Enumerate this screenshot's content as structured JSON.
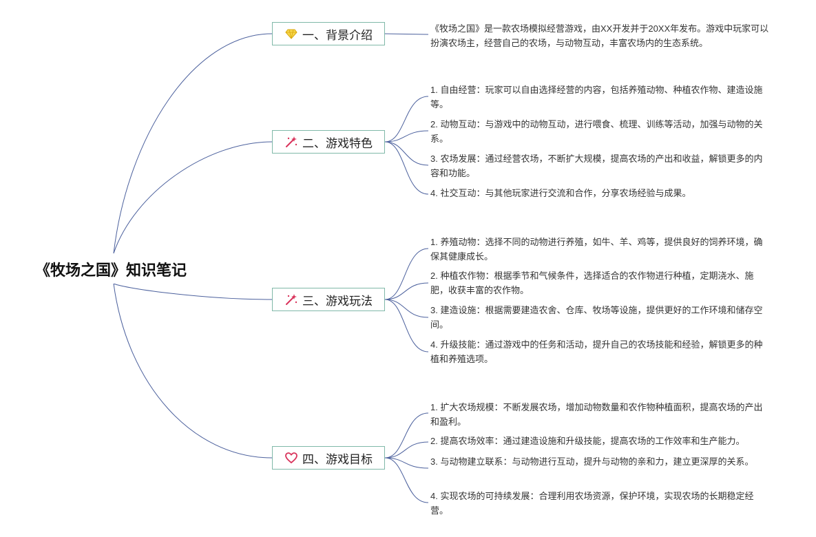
{
  "root": {
    "title": "《牧场之国》知识笔记"
  },
  "branches": [
    {
      "label": "一、背景介绍",
      "icon": "diamond-icon",
      "leaves": [
        "《牧场之国》是一款农场模拟经营游戏，由XX开发并于20XX年发布。游戏中玩家可以扮演农场主，经营自己的农场，与动物互动，丰富农场内的生态系统。"
      ]
    },
    {
      "label": "二、游戏特色",
      "icon": "magic-wand-icon",
      "leaves": [
        "1. 自由经营：玩家可以自由选择经营的内容，包括养殖动物、种植农作物、建造设施等。",
        "2. 动物互动：与游戏中的动物互动，进行喂食、梳理、训练等活动，加强与动物的关系。",
        "3. 农场发展：通过经营农场，不断扩大规模，提高农场的产出和收益，解锁更多的内容和功能。",
        "4. 社交互动：与其他玩家进行交流和合作，分享农场经验与成果。"
      ]
    },
    {
      "label": "三、游戏玩法",
      "icon": "magic-wand-icon",
      "leaves": [
        "1. 养殖动物：选择不同的动物进行养殖，如牛、羊、鸡等，提供良好的饲养环境，确保其健康成长。",
        "2. 种植农作物：根据季节和气候条件，选择适合的农作物进行种植，定期浇水、施肥，收获丰富的农作物。",
        "3. 建造设施：根据需要建造农舍、仓库、牧场等设施，提供更好的工作环境和储存空间。",
        "4. 升级技能：通过游戏中的任务和活动，提升自己的农场技能和经验，解锁更多的种植和养殖选项。"
      ]
    },
    {
      "label": "四、游戏目标",
      "icon": "heart-icon",
      "leaves": [
        "1. 扩大农场规模：不断发展农场，增加动物数量和农作物种植面积，提高农场的产出和盈利。",
        "2. 提高农场效率：通过建造设施和升级技能，提高农场的工作效率和生产能力。",
        "3. 与动物建立联系：与动物进行互动，提升与动物的亲和力，建立更深厚的关系。",
        "4. 实现农场的可持续发展：合理利用农场资源，保护环境，实现农场的长期稳定经营。"
      ]
    }
  ],
  "colors": {
    "line": "#4a5f9c",
    "branch_border": "#7fb8a8",
    "diamond": "#f2c21b",
    "wand": "#d9345c",
    "heart": "#d9345c"
  }
}
